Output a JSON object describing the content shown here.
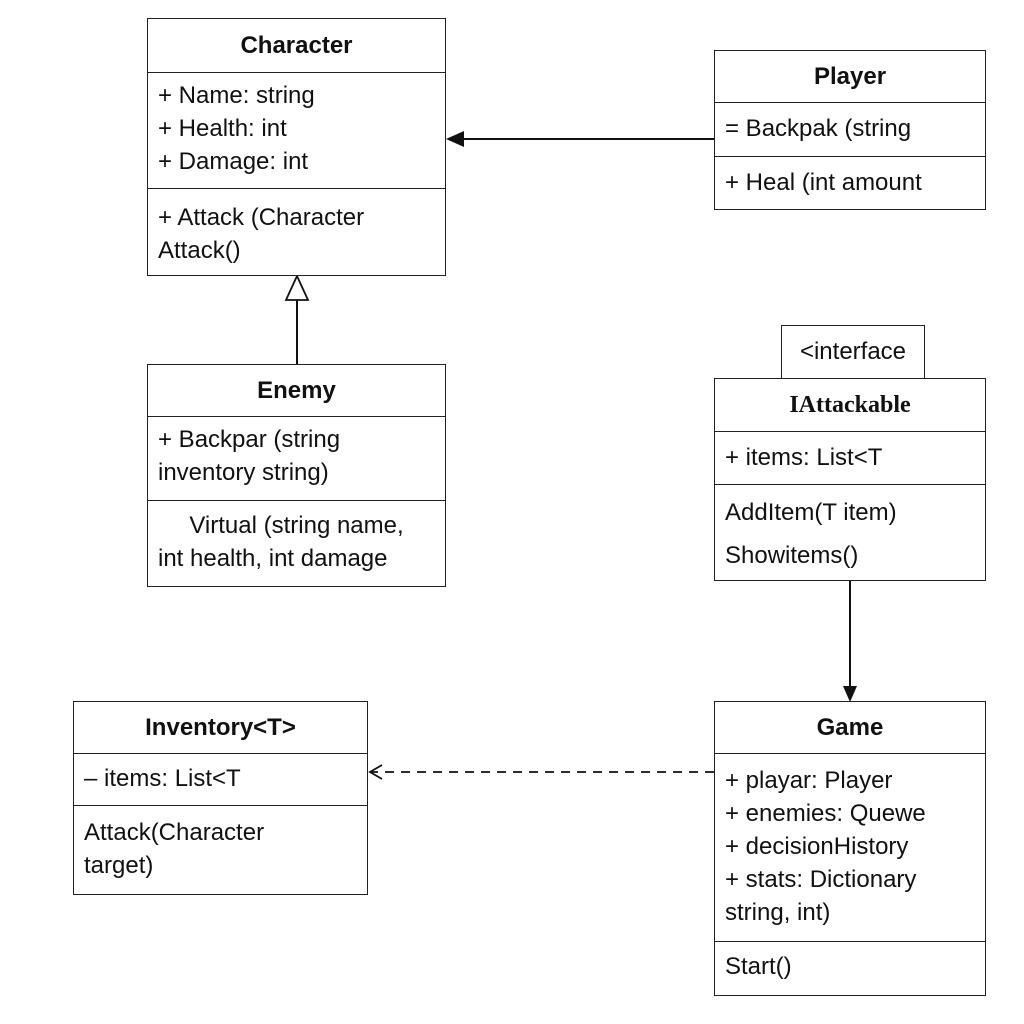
{
  "classes": {
    "character": {
      "name": "Character",
      "attributes": [
        "+ Name: string",
        "+ Health: int",
        "+ Damage: int"
      ],
      "methods": [
        "+ Attack (Character",
        "Attack()"
      ]
    },
    "player": {
      "name": "Player",
      "attributes": [
        "= Backpak (string"
      ],
      "methods": [
        "+ Heal (int amount"
      ]
    },
    "enemy": {
      "name": "Enemy",
      "attributes": [
        "+ Backpar (string",
        "inventory string)"
      ],
      "methods": [
        "Virtual (string name,",
        "int health, int damage"
      ]
    },
    "iattackable": {
      "stereotype": "<interface",
      "name": "IAttackable",
      "attributes": [
        "+ items: List<T"
      ],
      "methods": [
        "AddItem(T item)",
        "Showitems()"
      ]
    },
    "inventory": {
      "name": "Inventory<T>",
      "attributes": [
        "– items: List<T"
      ],
      "methods": [
        "Attack(Character",
        "target)"
      ]
    },
    "game": {
      "name": "Game",
      "attributes": [
        "+ playar: Player",
        "+ enemies: Quewe",
        "+ decisionHistory",
        "+ stats: Dictionary",
        "string, int)"
      ],
      "methods": [
        "Start()"
      ]
    }
  },
  "relations": [
    {
      "from": "player",
      "to": "character",
      "type": "association"
    },
    {
      "from": "enemy",
      "to": "character",
      "type": "generalization"
    },
    {
      "from": "iattackable",
      "to": "game",
      "type": "association"
    },
    {
      "from": "game",
      "to": "inventory",
      "type": "dependency"
    }
  ]
}
